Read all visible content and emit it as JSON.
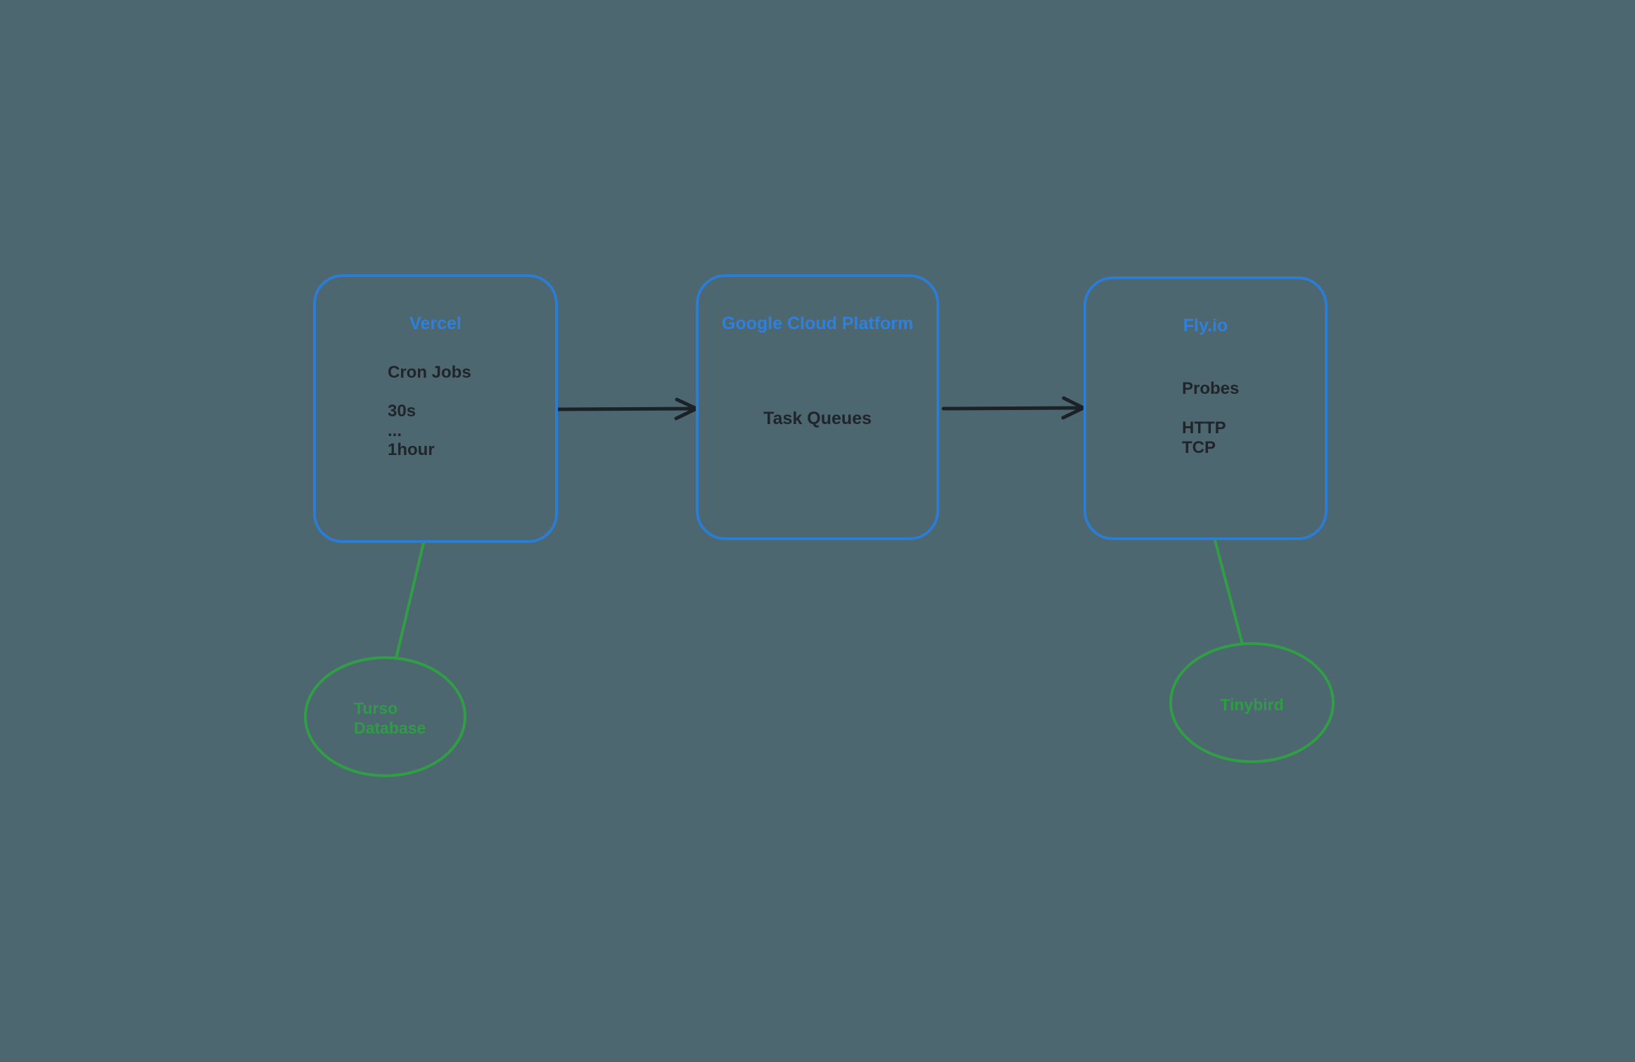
{
  "canvas": {
    "background_color": "#4d6771"
  },
  "colors": {
    "node_border_blue": "#2b7cd3",
    "node_title_blue": "#2e80dc",
    "accent_green": "#2f9e44",
    "ink_dark": "#20252c"
  },
  "boxes": {
    "vercel": {
      "title": "Vercel",
      "line1": "Cron Jobs",
      "line2": "30s",
      "line3": "...",
      "line4": "1hour"
    },
    "gcp": {
      "title": "Google Cloud Platform",
      "body": "Task Queues"
    },
    "flyio": {
      "title": "Fly.io",
      "line1": "Probes",
      "line2": "HTTP",
      "line3": "TCP"
    }
  },
  "ellipses": {
    "turso": {
      "line1": "Turso",
      "line2": "Database"
    },
    "tinybird": {
      "label": "Tinybird"
    }
  }
}
